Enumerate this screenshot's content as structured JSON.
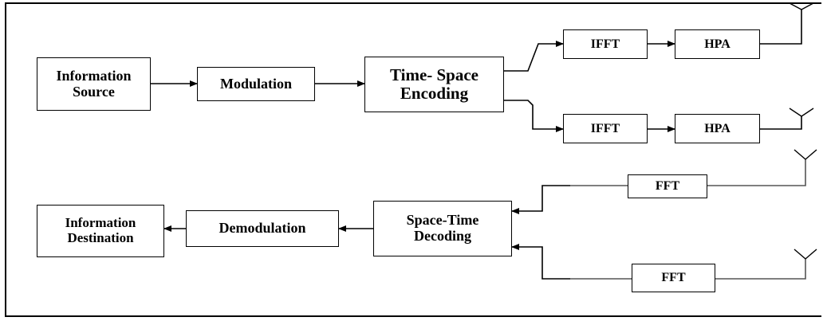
{
  "diagram": {
    "blocks": {
      "info_source": "Information\nSource",
      "modulation": "Modulation",
      "ts_encoding": "Time- Space\nEncoding",
      "ifft_1": "IFFT",
      "hpa_1": "HPA",
      "ifft_2": "IFFT",
      "hpa_2": "HPA",
      "fft_1": "FFT",
      "fft_2": "FFT",
      "st_decoding": "Space-Time\nDecoding",
      "demodulation": "Demodulation",
      "info_destination": "Information\nDestination"
    }
  }
}
